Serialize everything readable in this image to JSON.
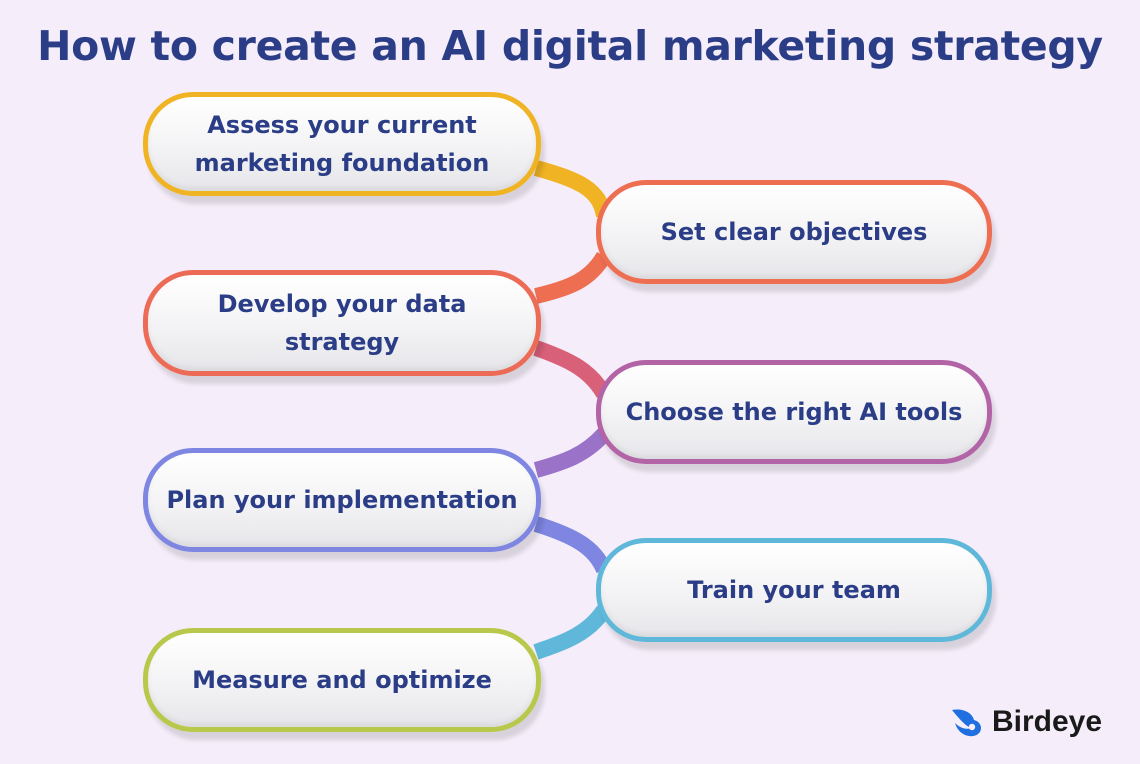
{
  "title": "How to create an AI digital marketing strategy",
  "steps": [
    {
      "label": "Assess your current marketing foundation",
      "color": "#f0b323"
    },
    {
      "label": "Set clear objectives",
      "color": "#ee6e52"
    },
    {
      "label": "Develop your data strategy",
      "color": "#ec6b56"
    },
    {
      "label": "Choose the right AI tools",
      "color": "#b264a6"
    },
    {
      "label": "Plan your implementation",
      "color": "#7f86e2"
    },
    {
      "label": "Train your team",
      "color": "#5fb8d9"
    },
    {
      "label": "Measure and optimize",
      "color": "#b7c84a"
    }
  ],
  "brand": {
    "name": "Birdeye",
    "icon": "bird-logo-icon",
    "color": "#1f6fe0"
  },
  "colors": {
    "title": "#2a3d86",
    "background": "#f5eefa"
  }
}
